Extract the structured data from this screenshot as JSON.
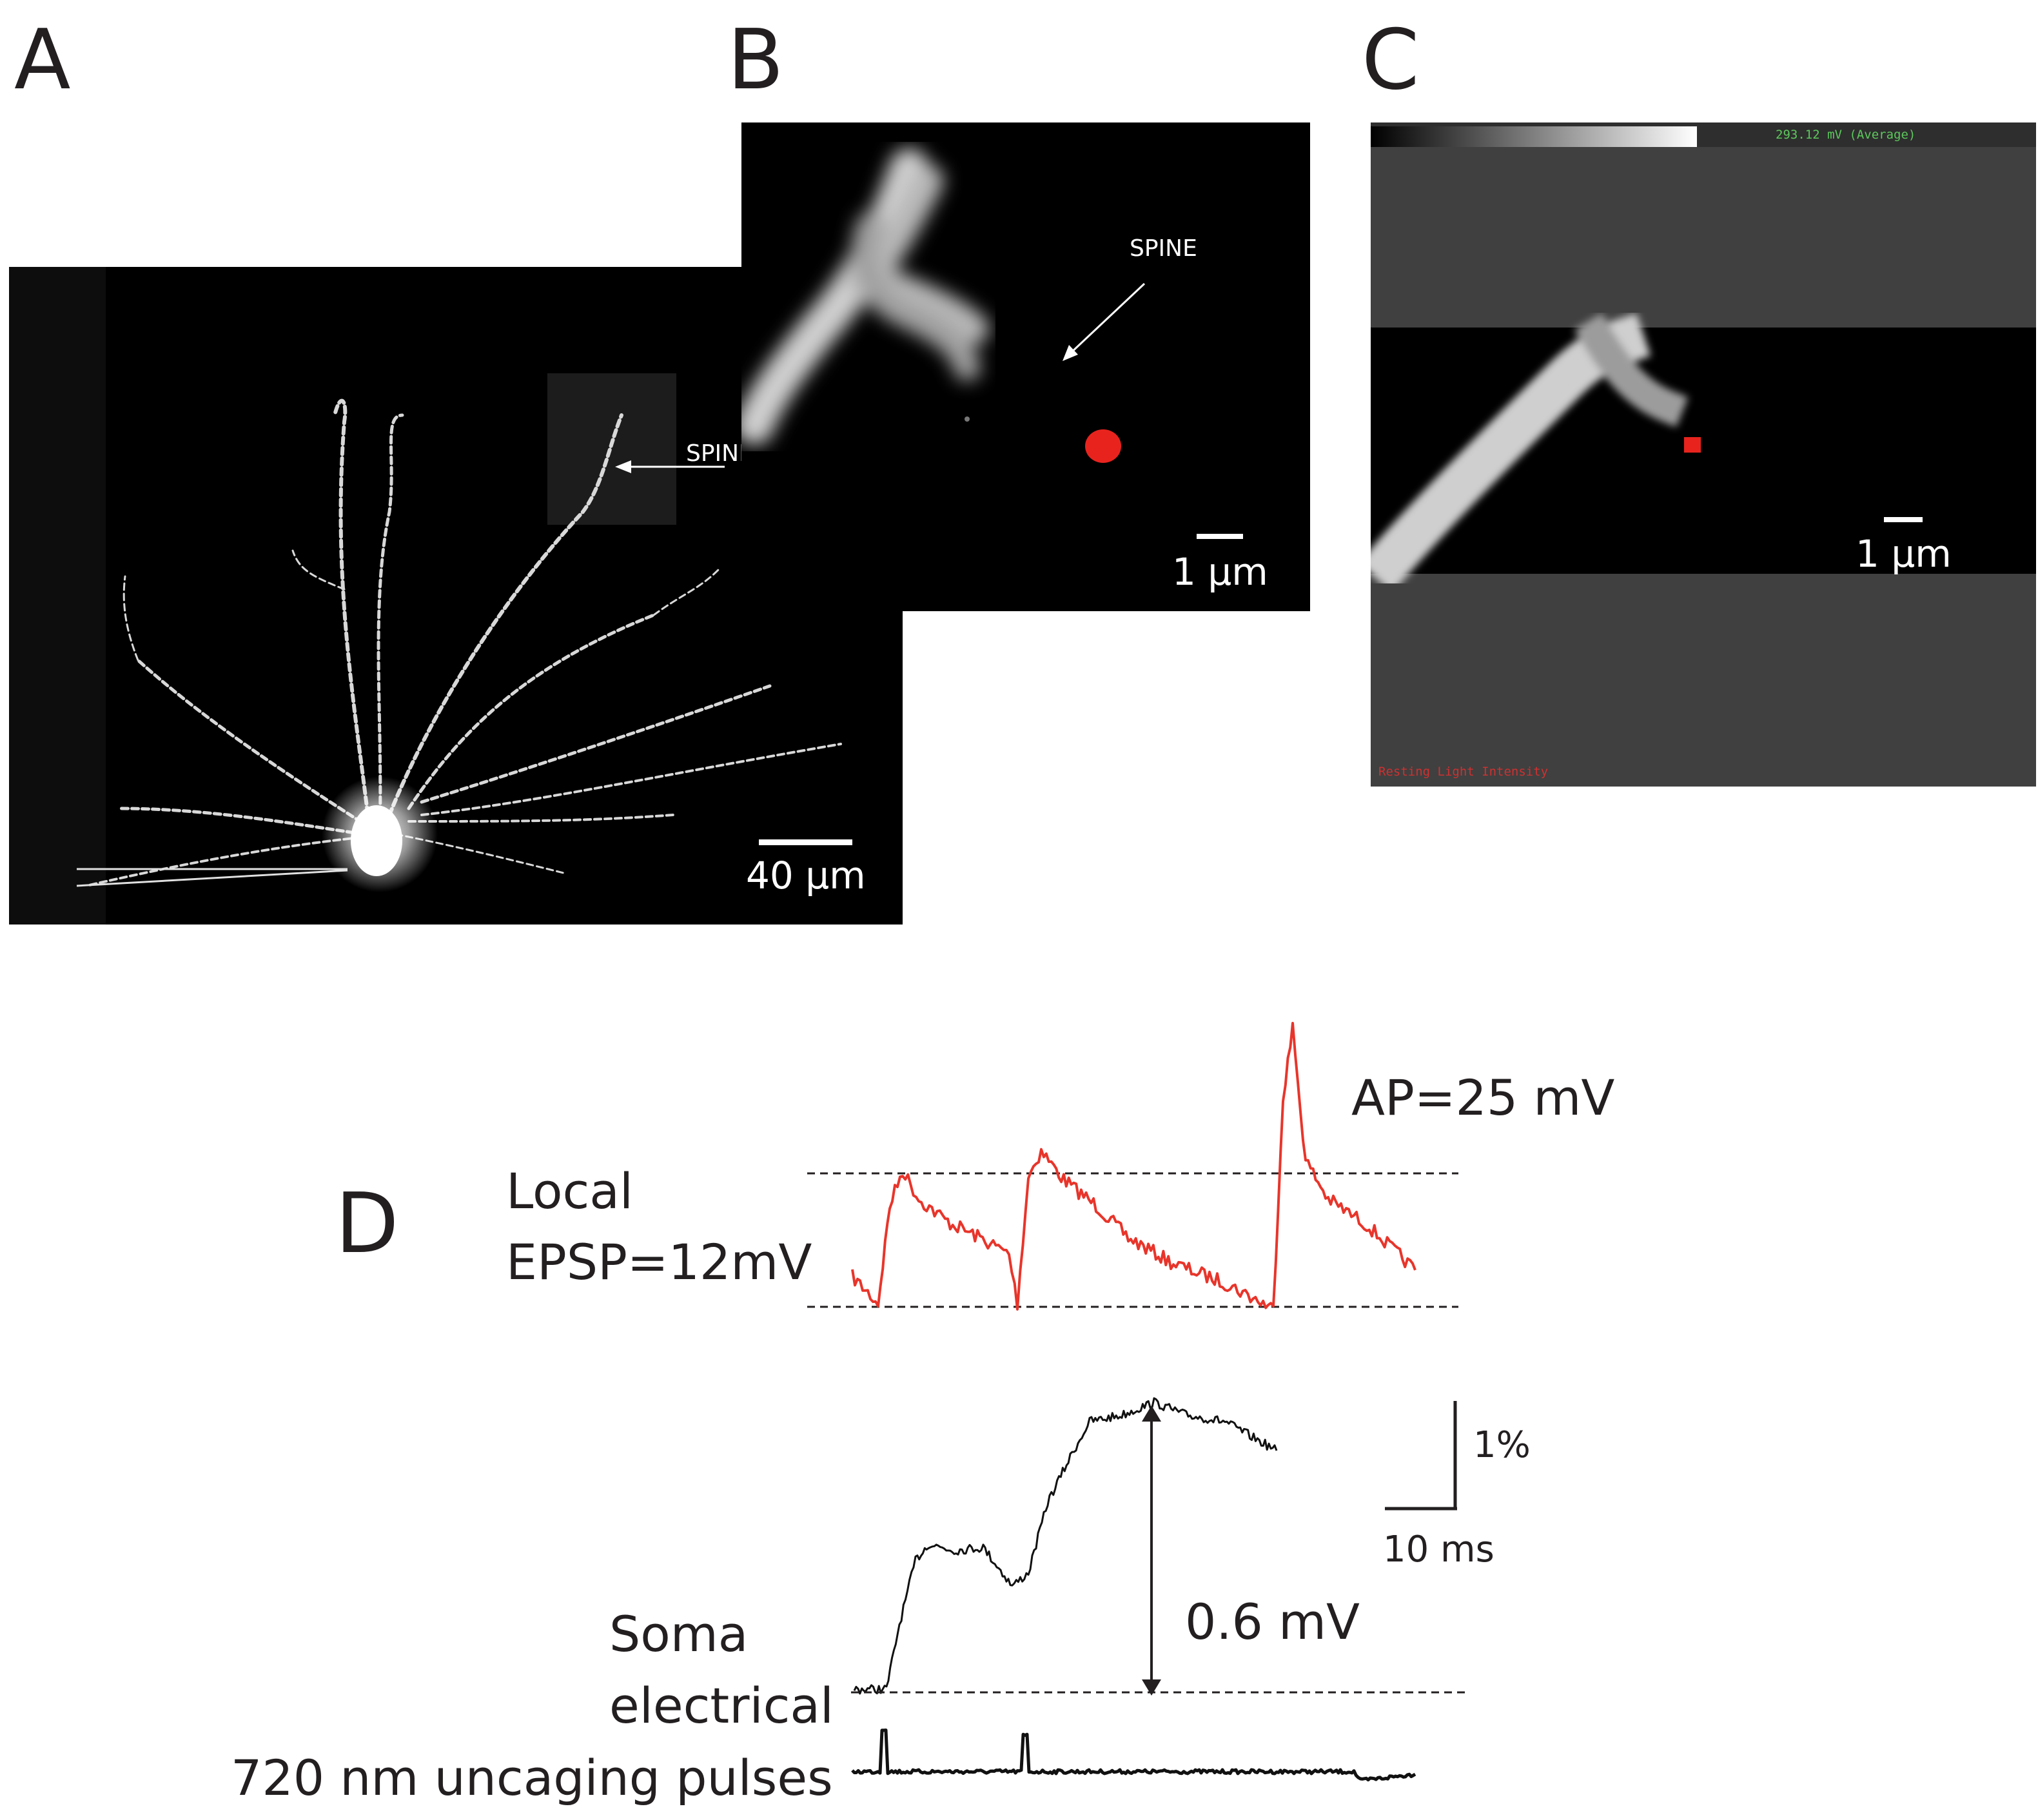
{
  "panels": {
    "A": {
      "letter": "A",
      "annotation": "SPINE",
      "scale_bar": "40 μm"
    },
    "B": {
      "letter": "B",
      "annotation": "SPINE",
      "scale_bar": "1 μm"
    },
    "C": {
      "letter": "C",
      "top_readout": "293.12 mV (Average)",
      "bottom_readout": "Resting Light Intensity",
      "scale_bar": "1 μm"
    },
    "D": {
      "letter": "D",
      "local_label_1": "Local",
      "local_label_2": "EPSP=12mV",
      "ap_label": "AP=25 mV",
      "scale_y": "1%",
      "scale_x": "10 ms",
      "soma_label_1": "Soma",
      "soma_label_2": "electrical",
      "amplitude": "0.6 mV",
      "pulses_label": "720 nm uncaging pulses"
    }
  },
  "colors": {
    "trace_local": "#e8352b",
    "uncaging_spot": "#e8231e",
    "text": "#231f20",
    "panel_c_gray": "#404040"
  }
}
